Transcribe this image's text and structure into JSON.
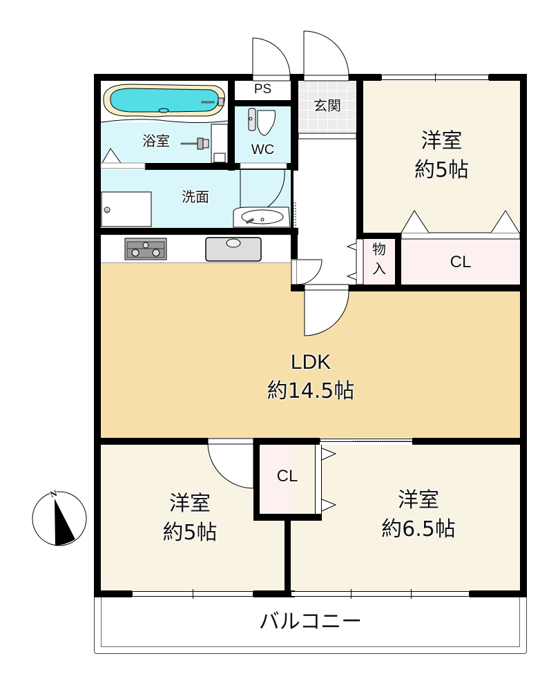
{
  "floorplan": {
    "colors": {
      "wall": "#000000",
      "western_room": "#f9f3e4",
      "ldk": "#f6dfa8",
      "wet_area": "#d9f7fa",
      "closet": "#fcf0f0",
      "entrance_tile": "#ececec",
      "balcony": "#ffffff",
      "bathtub_water": "#55dde6",
      "bathtub_rim": "#f5efc8"
    },
    "rooms": {
      "bath": {
        "label": "浴室"
      },
      "wc": {
        "label": "WC"
      },
      "ps": {
        "label": "PS"
      },
      "entrance": {
        "label": "玄関"
      },
      "washroom": {
        "label": "洗面"
      },
      "storage": {
        "label": "物\n入",
        "line1": "物",
        "line2": "入"
      },
      "western_ne": {
        "name": "洋室",
        "size": "約5帖"
      },
      "closet_ne": {
        "label": "CL"
      },
      "ldk": {
        "name": "LDK",
        "size": "約14.5帖"
      },
      "closet_mid": {
        "label": "CL"
      },
      "western_sw": {
        "name": "洋室",
        "size": "約5帖"
      },
      "western_se": {
        "name": "洋室",
        "size": "約6.5帖"
      },
      "balcony": {
        "label": "バルコニー"
      }
    },
    "compass": {
      "label": "N",
      "icon": "north-arrow-icon"
    }
  }
}
